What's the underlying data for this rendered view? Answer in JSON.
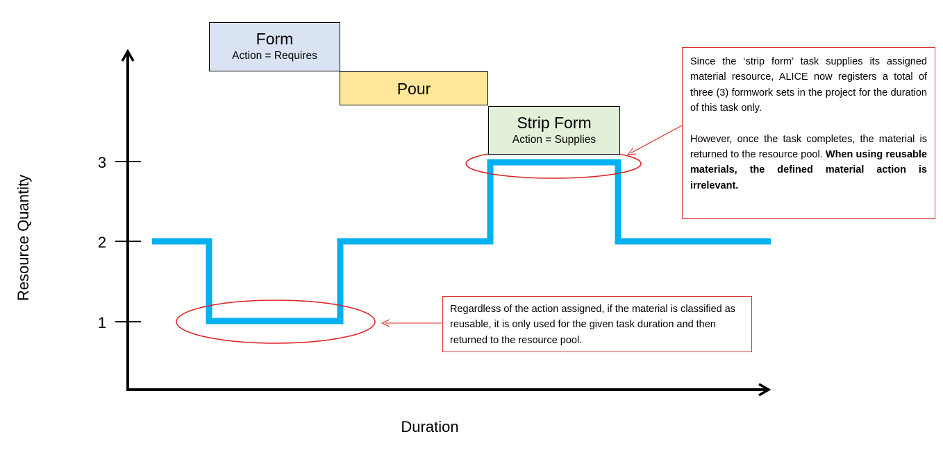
{
  "tasks": {
    "form": {
      "title": "Form",
      "action": "Action = Requires",
      "color": "#dae3f3"
    },
    "pour": {
      "title": "Pour",
      "color": "#ffe699"
    },
    "strip": {
      "title": "Strip Form",
      "action": "Action = Supplies",
      "color": "#e2f0d9"
    }
  },
  "notes": {
    "strip": {
      "p1": "Since the ‘strip form’ task supplies its assigned material resource, ALICE now registers a total of three (3) formwork sets in the project for the duration of this task only.",
      "p2_plain": "However, once the task completes, the material is returned to the resource pool. ",
      "p2_bold": "When using reusable materials, the defined material action is irrelevant."
    },
    "reuse": "Regardless of the action assigned, if the material is classified as reusable, it is only used for the given task duration and then returned to the resource pool."
  },
  "axes": {
    "y_label": "Resource Quantity",
    "x_label": "Duration",
    "ticks": [
      {
        "label": "3",
        "value": 3
      },
      {
        "label": "2",
        "value": 2
      },
      {
        "label": "1",
        "value": 1
      }
    ]
  },
  "colors": {
    "line": "#00b0f0",
    "highlight": "#e02020",
    "axis": "#000000"
  }
}
